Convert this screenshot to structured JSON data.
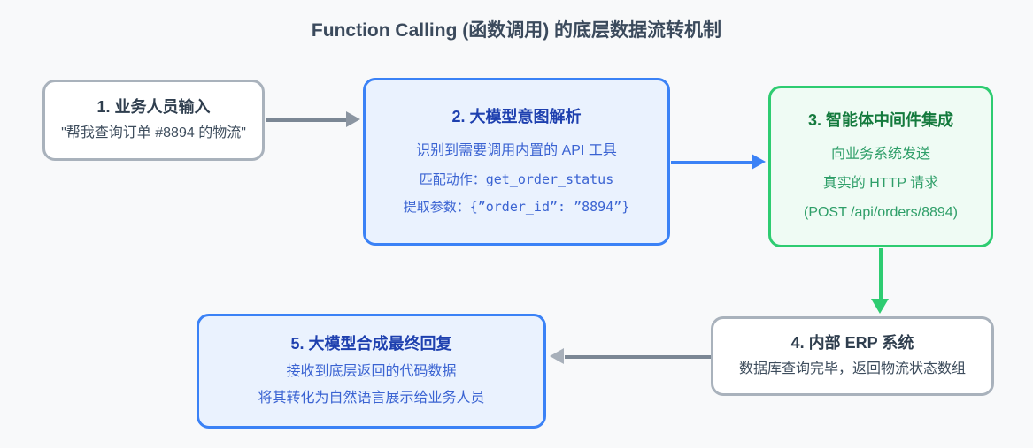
{
  "title": "Function Calling (函数调用) 的底层数据流转机制",
  "colors": {
    "background": "#f8f9fa",
    "title_text": "#3b4a5c",
    "gray_border": "#a9b2bc",
    "blue_border": "#3b82f6",
    "blue_fill": "#eaf2fe",
    "green_border": "#2ecc71",
    "green_fill": "#effbf4",
    "arrow_gray": "#7b8794",
    "arrow_blue": "#3b82f6",
    "arrow_green": "#2ecc71"
  },
  "nodes": [
    {
      "id": 1,
      "variant": "gray",
      "title": "1. 业务人员输入",
      "lines": [
        "\"帮我查询订单 #8894 的物流\""
      ]
    },
    {
      "id": 2,
      "variant": "blue",
      "title": "2. 大模型意图解析",
      "lines": [
        "识别到需要调用内置的 API 工具",
        "匹配动作：get_order_status",
        "提取参数：{”order_id”: ”8894”}"
      ]
    },
    {
      "id": 3,
      "variant": "green",
      "title": "3. 智能体中间件集成",
      "lines": [
        "向业务系统发送",
        "真实的 HTTP 请求",
        "(POST /api/orders/8894)"
      ]
    },
    {
      "id": 4,
      "variant": "gray",
      "title": "4. 内部 ERP 系统",
      "lines": [
        "数据库查询完毕，返回物流状态数组"
      ]
    },
    {
      "id": 5,
      "variant": "blue",
      "title": "5. 大模型合成最终回复",
      "lines": [
        "接收到底层返回的代码数据",
        "将其转化为自然语言展示给业务人员"
      ]
    }
  ],
  "edges": [
    {
      "from": 1,
      "to": 2,
      "color": "gray",
      "direction": "right"
    },
    {
      "from": 2,
      "to": 3,
      "color": "blue",
      "direction": "right"
    },
    {
      "from": 3,
      "to": 4,
      "color": "green",
      "direction": "down"
    },
    {
      "from": 4,
      "to": 5,
      "color": "gray",
      "direction": "left"
    }
  ]
}
